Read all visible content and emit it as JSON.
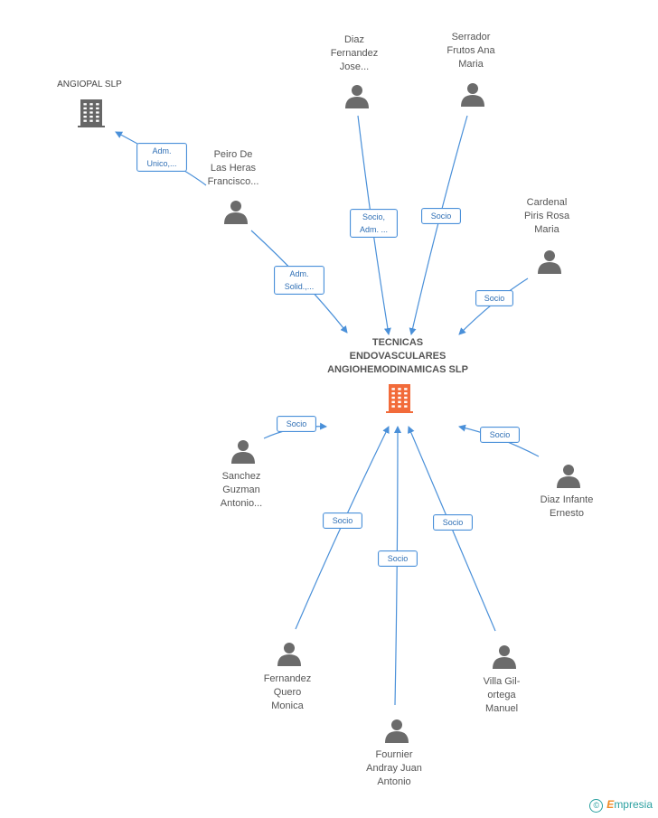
{
  "center": {
    "label": "TECNICAS\nENDOVASCULARES\nANGIOHEMODINAMICAS SLP",
    "color": "#f26b3a"
  },
  "company_angiopal": {
    "label": "ANGIOPAL SLP",
    "color": "#666666"
  },
  "persons": [
    {
      "id": "diaz-fernandez",
      "label": "Diaz\nFernandez\nJose..."
    },
    {
      "id": "serrador",
      "label": "Serrador\nFrutos Ana\nMaria"
    },
    {
      "id": "peiro",
      "label": "Peiro De\nLas Heras\nFrancisco..."
    },
    {
      "id": "cardenal",
      "label": "Cardenal\nPiris Rosa\nMaria"
    },
    {
      "id": "sanchez",
      "label": "Sanchez\nGuzman\nAntonio..."
    },
    {
      "id": "diaz-infante",
      "label": "Diaz Infante\nErnesto"
    },
    {
      "id": "fernandez-quero",
      "label": "Fernandez\nQuero\nMonica"
    },
    {
      "id": "villa",
      "label": "Villa Gil-\nortega\nManuel"
    },
    {
      "id": "fournier",
      "label": "Fournier\nAndray Juan\nAntonio"
    }
  ],
  "edges": [
    {
      "id": "peiro-angiopal",
      "label": "Adm.\nUnico,..."
    },
    {
      "id": "peiro-center",
      "label": "Adm.\nSolid.,..."
    },
    {
      "id": "diaz-center",
      "label": "Socio,\nAdm. ..."
    },
    {
      "id": "serrador-center",
      "label": "Socio"
    },
    {
      "id": "cardenal-center",
      "label": "Socio"
    },
    {
      "id": "sanchez-center",
      "label": "Socio"
    },
    {
      "id": "diazinfante-center",
      "label": "Socio"
    },
    {
      "id": "fernandez-center",
      "label": "Socio"
    },
    {
      "id": "fournier-center",
      "label": "Socio"
    },
    {
      "id": "villa-center",
      "label": "Socio"
    }
  ],
  "colors": {
    "edge": "#4a90d9",
    "person_icon": "#6b6b6b"
  },
  "brand": {
    "symbol": "©",
    "name_first": "E",
    "name_rest": "mpresia"
  }
}
